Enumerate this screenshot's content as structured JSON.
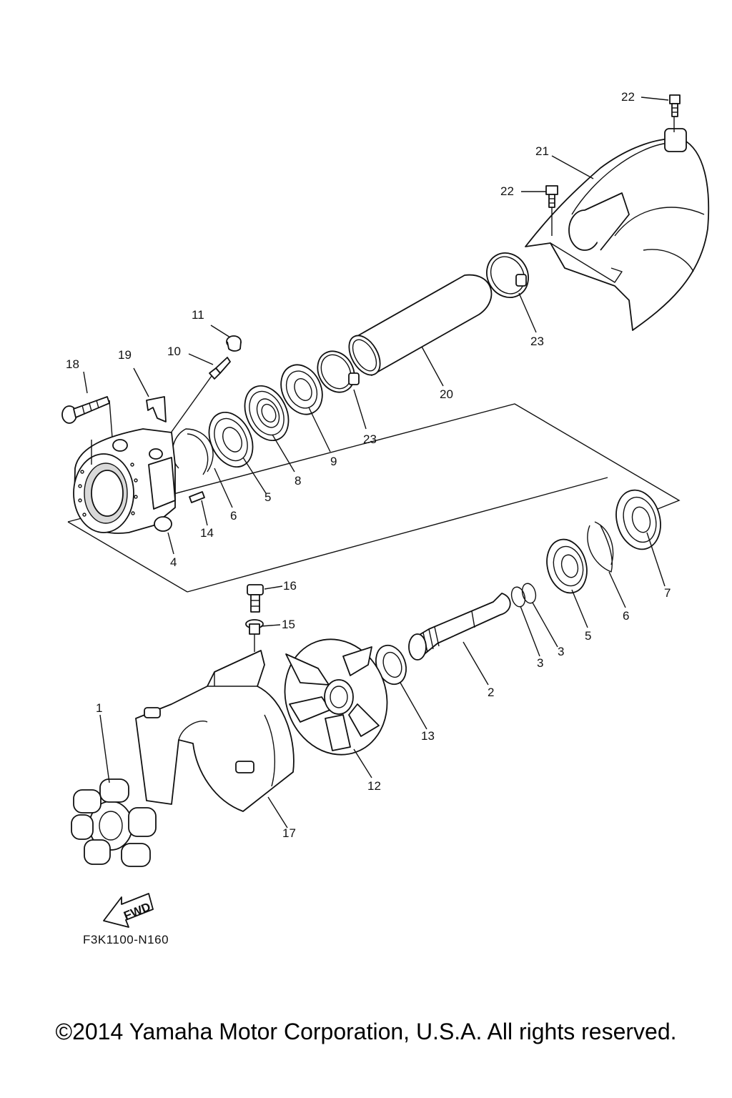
{
  "callouts": {
    "c1": "1",
    "c2": "2",
    "c3a": "3",
    "c3b": "3",
    "c4": "4",
    "c5a": "5",
    "c5b": "5",
    "c6a": "6",
    "c6b": "6",
    "c7": "7",
    "c8": "8",
    "c9": "9",
    "c10": "10",
    "c11": "11",
    "c12": "12",
    "c13": "13",
    "c14": "14",
    "c15": "15",
    "c16": "16",
    "c17": "17",
    "c18": "18",
    "c19": "19",
    "c20": "20",
    "c21": "21",
    "c22a": "22",
    "c22b": "22",
    "c23a": "23",
    "c23b": "23"
  },
  "fwd_label": "FWD",
  "diagram_code": "F3K1100-N160",
  "copyright": "©2014 Yamaha Motor Corporation, U.S.A. All rights reserved."
}
